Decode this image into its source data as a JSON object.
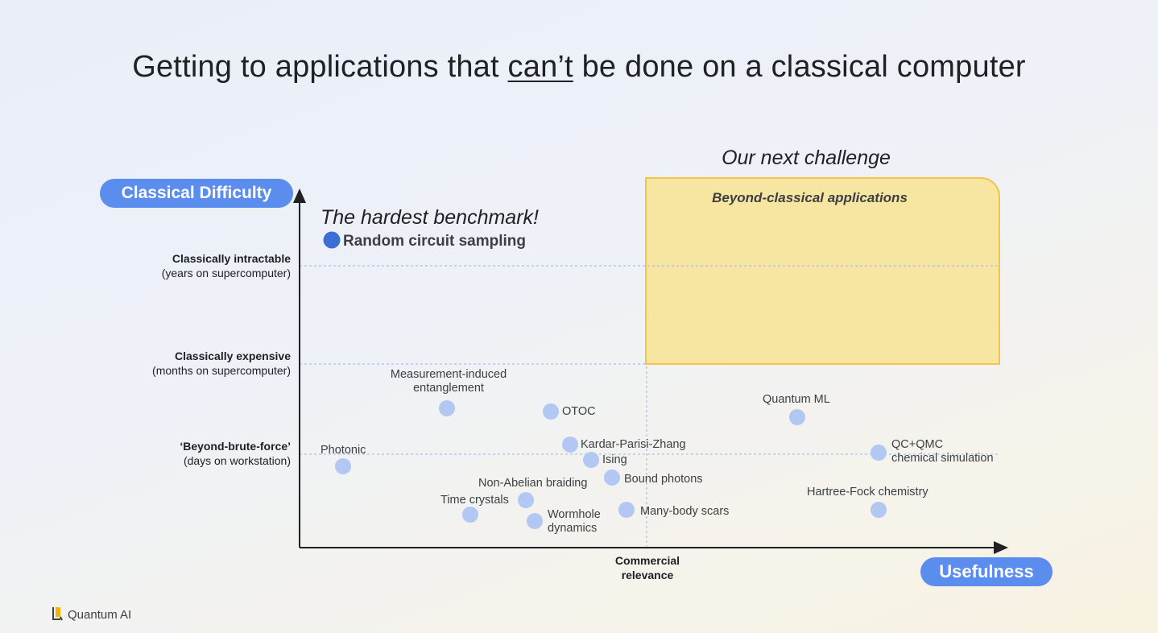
{
  "slide": {
    "title_before": "Getting to applications that ",
    "title_emph": "can’t",
    "title_after": " be done on a classical computer"
  },
  "axes": {
    "y_pill": "Classical Difficulty",
    "x_pill": "Usefulness",
    "x_tick_line1": "Commercial",
    "x_tick_line2": "relevance",
    "y_levels": [
      {
        "title": "Classically intractable",
        "sub": "(years on supercomputer)"
      },
      {
        "title": "Classically expensive",
        "sub": "(months on supercomputer)"
      },
      {
        "title": "‘Beyond-brute-force’",
        "sub": "(days on workstation)"
      }
    ]
  },
  "colors": {
    "accent_pill": "#5b8def",
    "point": "#b3c7f3",
    "highlight_point": "#3c6fd6",
    "challenge_fill": "#f7e6a2",
    "challenge_border": "#f2c34e"
  },
  "challenge": {
    "heading": "Our next challenge",
    "box_label": "Beyond-classical applications"
  },
  "benchmark": {
    "heading": "The hardest benchmark!",
    "label": "Random circuit sampling"
  },
  "points": {
    "photonic": "Photonic",
    "mie_line1": "Measurement-induced",
    "mie_line2": "entanglement",
    "otoc": "OTOC",
    "kpz": "Kardar-Parisi-Zhang",
    "ising": "Ising",
    "bound_photons": "Bound photons",
    "non_abelian": "Non-Abelian braiding",
    "time_crystals": "Time crystals",
    "wormhole_line1": "Wormhole",
    "wormhole_line2": "dynamics",
    "many_body_scars": "Many-body scars",
    "quantum_ml": "Quantum ML",
    "qcqmc_line1": "QC+QMC",
    "qcqmc_line2": "chemical simulation",
    "hartree_fock": "Hartree-Fock chemistry"
  },
  "brand": {
    "name": "Quantum AI",
    "logo_icon": "quantum-ai-logo"
  }
}
